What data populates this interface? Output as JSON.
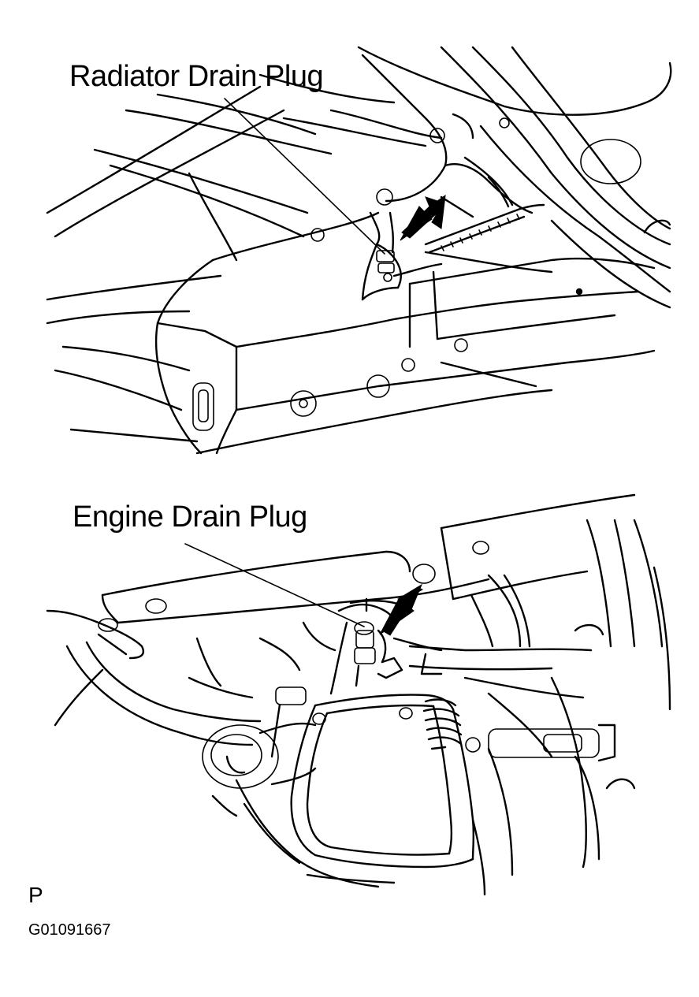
{
  "diagrams": [
    {
      "label": "Radiator Drain Plug"
    },
    {
      "label": "Engine Drain Plug"
    }
  ],
  "footer": {
    "page_letter": "P",
    "figure_code": "G01091667"
  },
  "colors": {
    "ink": "#000000",
    "paper": "#ffffff"
  }
}
